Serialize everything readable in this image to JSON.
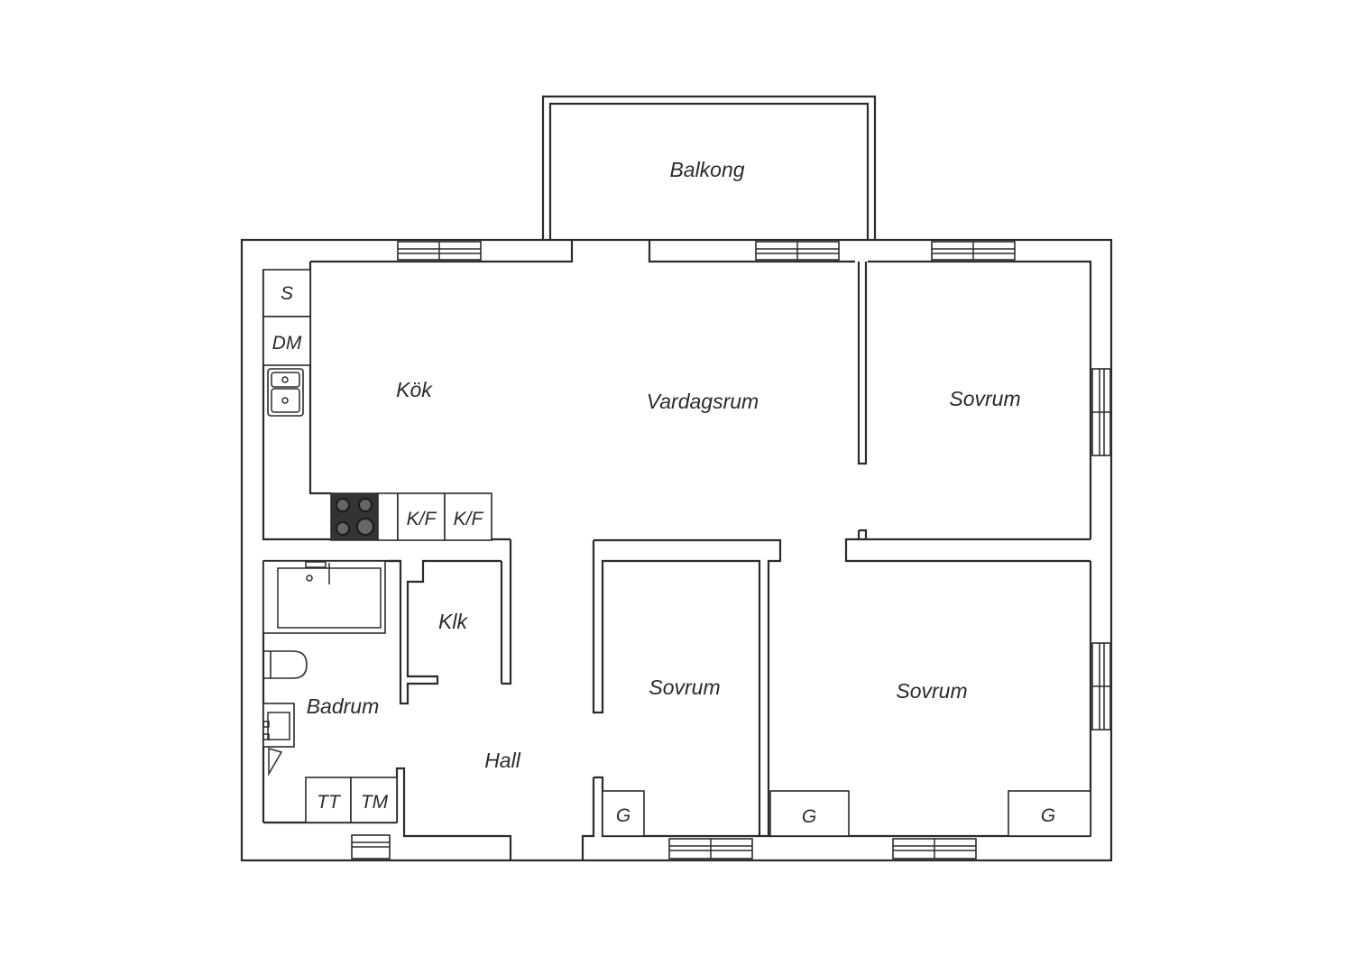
{
  "rooms": {
    "balkong": "Balkong",
    "kok": "Kök",
    "vardagsrum": "Vardagsrum",
    "sovrum_top": "Sovrum",
    "sovrum_middle": "Sovrum",
    "sovrum_right": "Sovrum",
    "badrum": "Badrum",
    "hall": "Hall",
    "klk": "Klk"
  },
  "fixtures": {
    "s": "S",
    "dm": "DM",
    "kf_1": "K/F",
    "kf_2": "K/F",
    "tt": "TT",
    "tm": "TM",
    "g_1": "G",
    "g_2": "G",
    "g_3": "G"
  }
}
